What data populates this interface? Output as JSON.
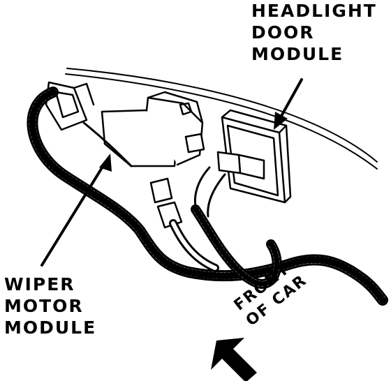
{
  "labels": {
    "headlight": [
      "HEADLIGHT",
      "DOOR",
      "MODULE"
    ],
    "wiper": [
      "WIPER",
      "MOTOR",
      "MODULE"
    ],
    "front": [
      "FRONT",
      "OF CAR"
    ]
  },
  "colors": {
    "ink": "#000000",
    "paper": "#ffffff"
  }
}
